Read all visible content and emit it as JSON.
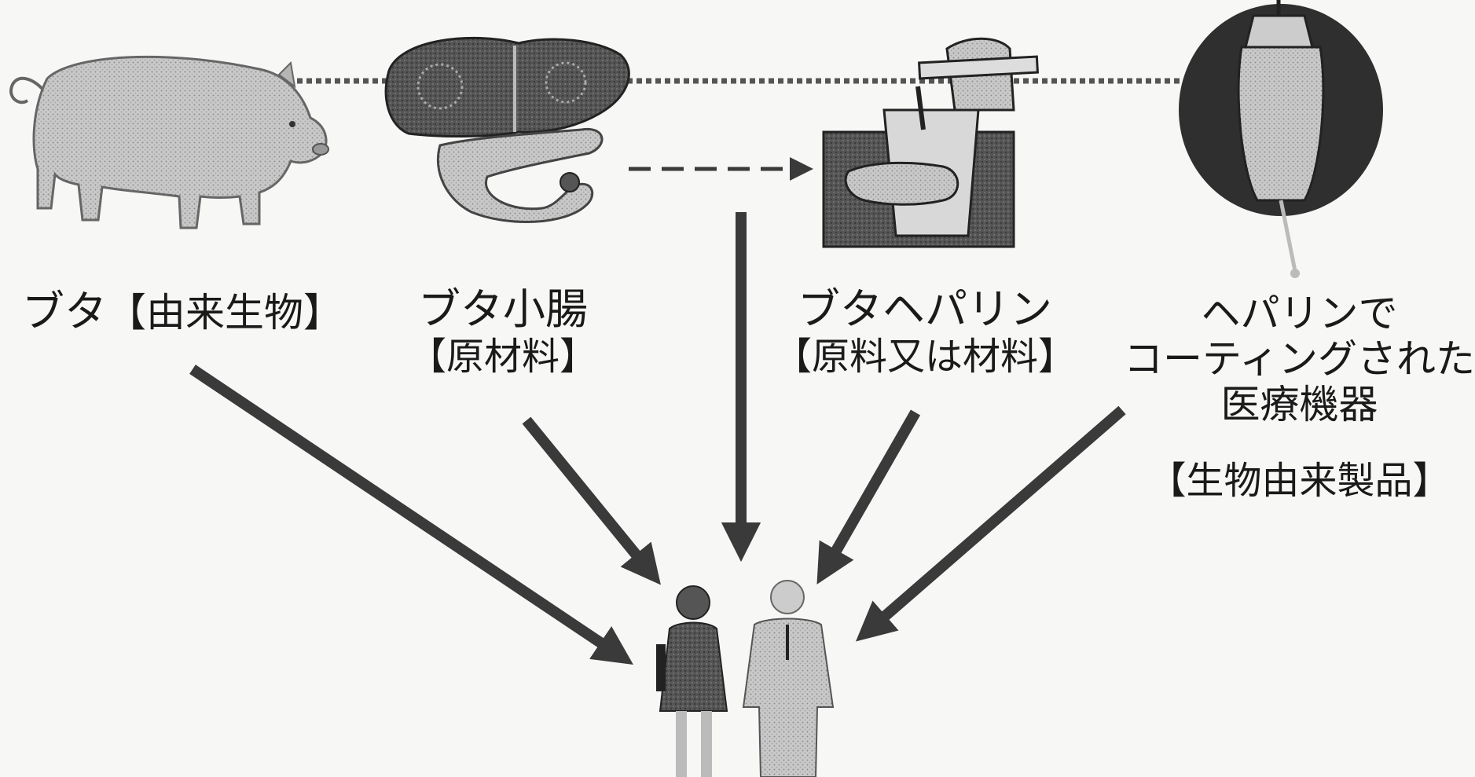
{
  "nodes": {
    "pig": {
      "name": "ブタ",
      "category": "【由来生物】",
      "icon": "pig-icon"
    },
    "intestine": {
      "name": "ブタ小腸",
      "category": "【原材料】",
      "icon": "intestine-organ-icon"
    },
    "heparin": {
      "name": "ブタヘパリン",
      "category": "【原料又は材料】",
      "icon": "beaker-hand-icon"
    },
    "device": {
      "name_lines": [
        "ヘパリンで",
        "コーティングされた",
        "医療機器"
      ],
      "category": "【生物由来製品】",
      "icon": "iv-bag-icon"
    },
    "people": {
      "icon": "people-icon"
    }
  },
  "colors": {
    "background": "#f7f7f5",
    "arrow": "#3a3a3a",
    "dotted_line": "#555555",
    "icon_fill": "#9a9a9a",
    "icon_dark": "#3c3c3c",
    "text": "#1a1a1a"
  }
}
